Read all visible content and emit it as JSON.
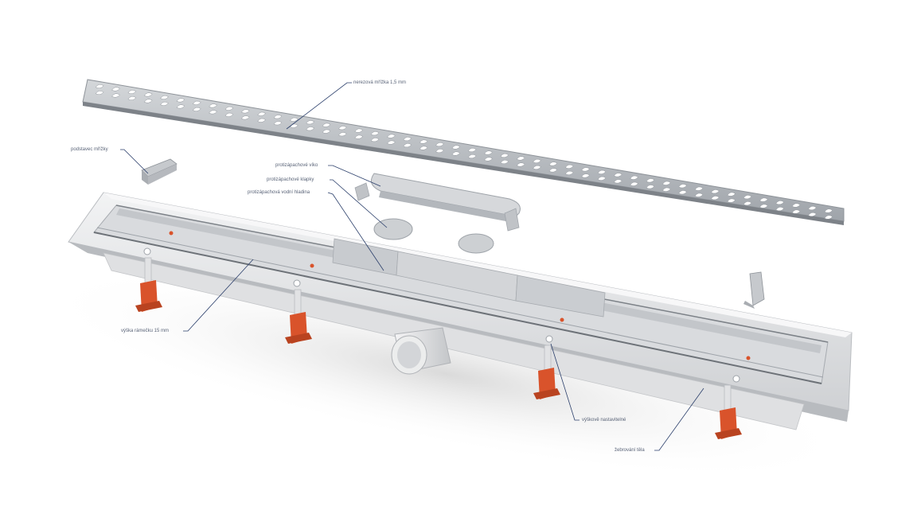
{
  "diagram": {
    "callouts": [
      {
        "id": "grate",
        "text": "nerezová mřížka 1,5 mm"
      },
      {
        "id": "grate-support",
        "text": "podstavec mřížky"
      },
      {
        "id": "odour-lid",
        "text": "protizápachové víko"
      },
      {
        "id": "odour-flaps",
        "text": "protizápachové klapky"
      },
      {
        "id": "odour-water-seal",
        "text": "protizápachová vodní hladina"
      },
      {
        "id": "rim-height",
        "text": "výška rámečku 15 mm"
      },
      {
        "id": "levelling",
        "text": "výškově nastavitelné"
      },
      {
        "id": "ribbed-body",
        "text": "žebrování těla"
      }
    ],
    "colors": {
      "steel": "#b9bdc2",
      "steel_dark": "#8e9399",
      "body": "#e6e7e9",
      "body_shade": "#c9cbce",
      "feet": "#d9532b",
      "leader": "#2b3f6b",
      "label_text": "#5a6478"
    }
  }
}
